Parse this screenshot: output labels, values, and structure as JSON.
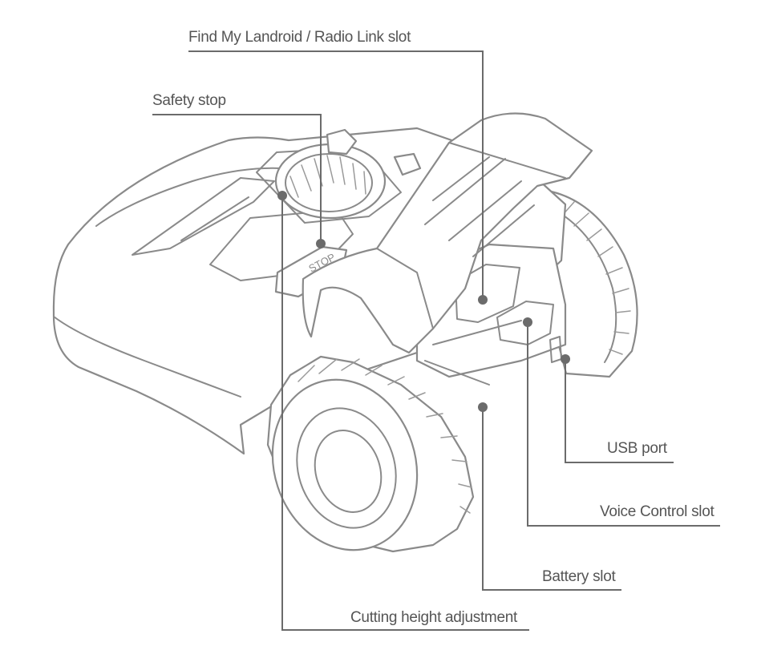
{
  "labels": {
    "find_my": "Find My Landroid / Radio Link slot",
    "safety_stop": "Safety stop",
    "usb_port": "USB port",
    "voice_control": "Voice Control slot",
    "battery": "Battery slot",
    "cutting_height": "Cutting height adjustment"
  },
  "device": {
    "stop_marking": "STOP"
  },
  "colors": {
    "outline": "#8a8a8a",
    "leader": "#6b6b6b",
    "text": "#555555"
  }
}
